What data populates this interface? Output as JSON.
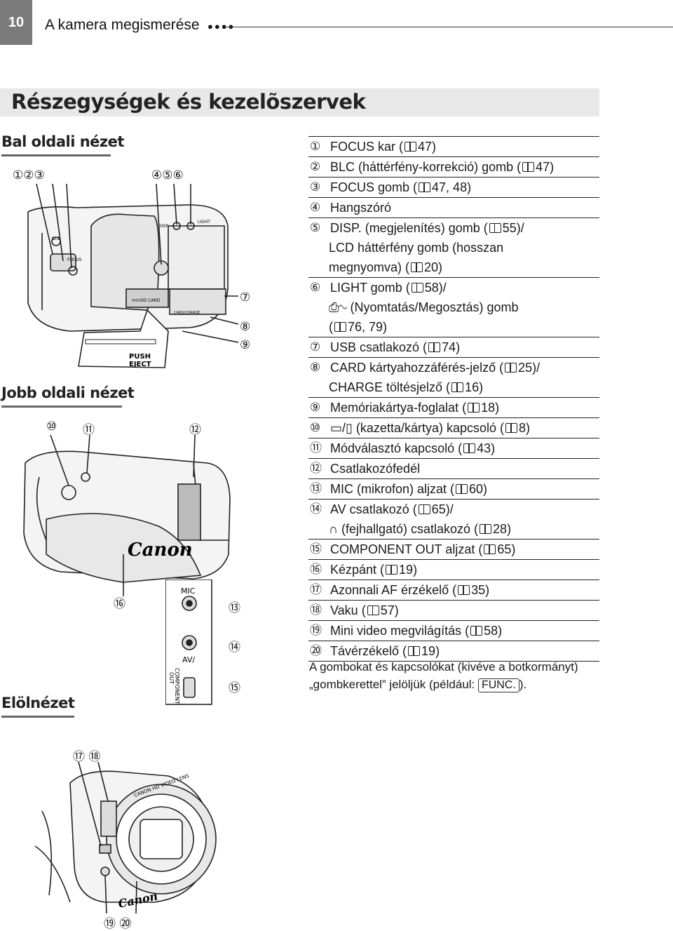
{
  "header": {
    "page_number": "10",
    "title": "A kamera megismerése",
    "dots": "●●●●"
  },
  "section_title": "Részegységek és kezelõszervek",
  "views": {
    "left": "Bal oldali nézet",
    "right": "Jobb oldali nézet",
    "front": "Elölnézet"
  },
  "callouts": {
    "c1": "1",
    "c2": "2",
    "c3": "3",
    "c4": "4",
    "c5": "5",
    "c6": "6",
    "c7": "7",
    "c8": "8",
    "c9": "9",
    "c10": "10",
    "c11": "11",
    "c12": "12",
    "c13": "13",
    "c14": "14",
    "c15": "15",
    "c16": "16",
    "c17": "17",
    "c18": "18",
    "c19": "19",
    "c20": "20"
  },
  "drawing_labels": {
    "push_eject": "PUSH",
    "eject": "EJECT",
    "mic": "MIC",
    "av": "AV/",
    "component": "COMPONENT",
    "out": "OUT",
    "minisd": "miniSD CARD",
    "card_charge": "CARD/CHARGE",
    "disp": "DISP.",
    "light": "LIGHT",
    "blc": "BLC",
    "focus": "FOCUS",
    "canon": "Canon",
    "lens": "CANON HD VIDEO LENS"
  },
  "legend": [
    {
      "num": "1",
      "lines": [
        "FOCUS kar (",
        "47)"
      ]
    },
    {
      "num": "2",
      "lines": [
        "BLC (háttérfény-korrekció) gomb (",
        "47)"
      ]
    },
    {
      "num": "3",
      "lines": [
        "FOCUS gomb (",
        "47, 48)"
      ]
    },
    {
      "num": "4",
      "text": "Hangszóró"
    },
    {
      "num": "5",
      "a": "DISP. (megjelenítés) gomb (",
      "b": "55)/",
      "l2": "LCD háttérfény gomb (hosszan",
      "l3a": "megnyomva) (",
      "l3b": "20)"
    },
    {
      "num": "6",
      "a": "LIGHT gomb (",
      "b": "58)/",
      "l2": "(Nyomtatás/Megosztás) gomb",
      "l3a": "(",
      "l3b": "76, 79)"
    },
    {
      "num": "7",
      "lines": [
        "USB csatlakozó (",
        "74)"
      ]
    },
    {
      "num": "8",
      "a": "CARD kártyahozzáférés-jelző (",
      "b": "25)/",
      "l2a": "CHARGE töltésjelző (",
      "l2b": "16)"
    },
    {
      "num": "9",
      "lines": [
        "Memóriakártya-foglalat (",
        "18)"
      ]
    },
    {
      "num": "10",
      "lines": [
        "(kazetta/kártya) kapcsoló (",
        "8)"
      ]
    },
    {
      "num": "11",
      "lines": [
        "Módválasztó kapcsoló (",
        "43)"
      ]
    },
    {
      "num": "12",
      "text": "Csatlakozófedél"
    },
    {
      "num": "13",
      "lines": [
        "MIC (mikrofon) aljzat (",
        "60)"
      ]
    },
    {
      "num": "14",
      "a": "AV csatlakozó (",
      "b": "65)/",
      "l2a": "(fejhallgató) csatlakozó (",
      "l2b": "28)"
    },
    {
      "num": "15",
      "lines": [
        "COMPONENT OUT aljzat (",
        "65)"
      ]
    },
    {
      "num": "16",
      "lines": [
        "Kézpánt (",
        "19)"
      ]
    },
    {
      "num": "17",
      "lines": [
        "Azonnali AF érzékelő (",
        "35)"
      ]
    },
    {
      "num": "18",
      "lines": [
        "Vaku (",
        "57)"
      ]
    },
    {
      "num": "19",
      "lines": [
        "Mini video megvilágítás  (",
        "58)"
      ]
    },
    {
      "num": "20",
      "lines": [
        "Távérzékelő (",
        "19)"
      ]
    }
  ],
  "note": {
    "line1": "A gombokat és kapcsolókat (kivéve a botkormányt)",
    "line2a": "„gombkerettel” jelöljük (például: ",
    "key": "FUNC.",
    "line2b": ")."
  }
}
